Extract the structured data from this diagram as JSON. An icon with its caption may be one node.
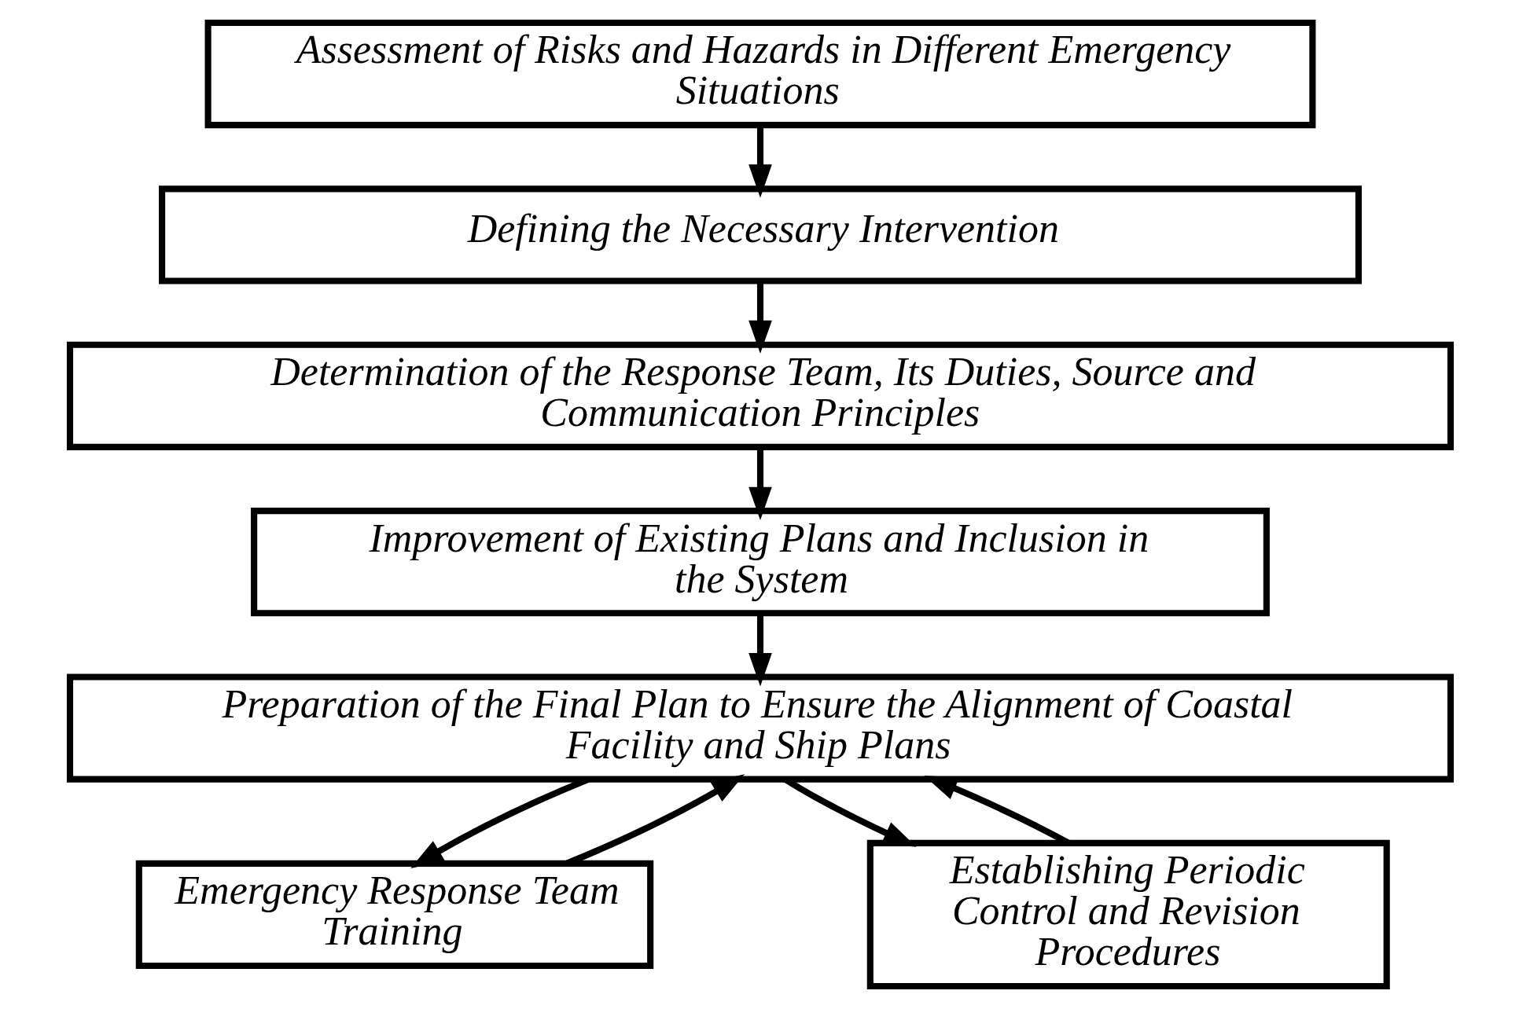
{
  "diagram": {
    "nodes": [
      {
        "text": [
          "Assessment of Risks and Hazards in Different Emergency Situations"
        ]
      },
      {
        "text": [
          "Defining the Necessary Intervention"
        ]
      },
      {
        "text": [
          "Determination of the Response Team, Its Duties, Source and Communication Principles"
        ]
      },
      {
        "text": [
          "Improvement of Existing Plans and Inclusion in the System"
        ]
      },
      {
        "text": [
          "Preparation of the Final Plan to Ensure the Alignment of Coastal Facility and Ship Plans"
        ]
      },
      {
        "text": [
          "Emergency Response Team Training"
        ]
      },
      {
        "text": [
          "Establishing Periodic Control and Revision Procedures"
        ]
      }
    ],
    "edges": [
      {
        "from": 0,
        "to": 1,
        "arrow": "to"
      },
      {
        "from": 1,
        "to": 2,
        "arrow": "to"
      },
      {
        "from": 2,
        "to": 3,
        "arrow": "to"
      },
      {
        "from": 3,
        "to": 4,
        "arrow": "to"
      },
      {
        "from": 4,
        "to": 5,
        "arrow": "to"
      },
      {
        "from": 4,
        "to": 6,
        "arrow": "to"
      },
      {
        "from": 5,
        "to": 4,
        "arrow": "to"
      },
      {
        "from": 6,
        "to": 4,
        "arrow": "to"
      }
    ]
  }
}
